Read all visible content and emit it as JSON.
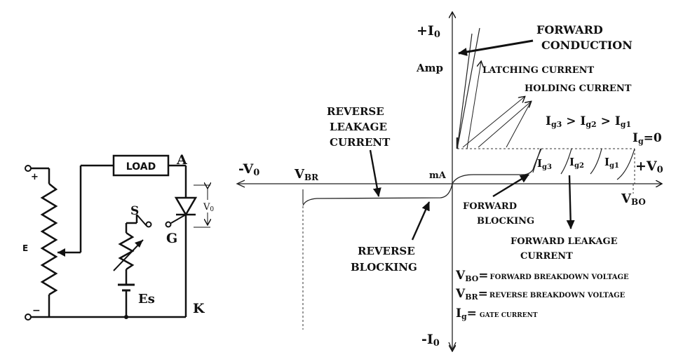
{
  "circuit": {
    "load_label": "LOAD",
    "anode_label": "A",
    "cathode_label": "K",
    "gate_label": "G",
    "switch_label": "S",
    "gate_source_label": "Es",
    "supply_label": "E",
    "plus_sign": "+",
    "minus_sign": "−",
    "voltage_label_main": "V",
    "voltage_label_sub": "0"
  },
  "graph": {
    "plus_i_main": "+I",
    "plus_i_sub": "0",
    "minus_i_main": "-I",
    "minus_i_sub": "0",
    "minus_v_main": "-V",
    "minus_v_sub": "0",
    "plus_v_main": "+V",
    "plus_v_sub": "0",
    "amp_label": "Amp",
    "ma_label": "mA",
    "vbr_main": "V",
    "vbr_sub": "BR",
    "vbo_main": "V",
    "vbo_sub": "BO",
    "forward_conduction_line1": "FORWARD",
    "forward_conduction_line2": "CONDUCTION",
    "latching_current": "LATCHING CURRENT",
    "holding_current": "HOLDING CURRENT",
    "ig_order": {
      "g3": "g3",
      "g2": "g2",
      "g1": "g1",
      "gt": " > "
    },
    "ig_zero": {
      "sub": "g",
      "eq": "=0"
    },
    "ig_curve_labels": [
      "g3",
      "g2",
      "g1"
    ],
    "reverse_leakage": [
      "REVERSE",
      "LEAKAGE",
      "CURRENT"
    ],
    "reverse_blocking": [
      "REVERSE",
      "BLOCKING"
    ],
    "forward_blocking": [
      "FORWARD",
      "BLOCKING"
    ],
    "forward_leakage": [
      "FORWARD LEAKAGE",
      "CURRENT"
    ],
    "legend": [
      {
        "sym_main": "V",
        "sym_sub": "BO",
        "eq": "=",
        "desc": "FORWARD BREAKDOWN VOLTAGE"
      },
      {
        "sym_main": "V",
        "sym_sub": "BR",
        "eq": "=",
        "desc": "REVERSE BREAKDOWN VOLTAGE"
      },
      {
        "sym_main": "I",
        "sym_sub": "g",
        "eq": "=",
        "desc": "GATE CURRENT"
      }
    ]
  }
}
